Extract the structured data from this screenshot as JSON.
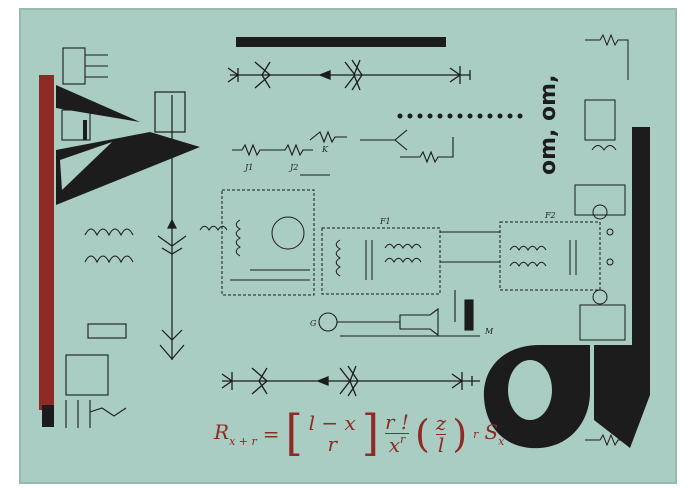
{
  "rug": {
    "background": "#a9ccc3",
    "ink": "#1c1c1c",
    "accent_red": "#8f2a24",
    "fringe": "#ffffff"
  },
  "om_text": "om, om,",
  "circuit_labels": {
    "j1": "J1",
    "j2": "J2",
    "k": "K",
    "f1": "F1",
    "f2": "F2",
    "g": "G",
    "m": "M"
  },
  "formula": {
    "r": "R",
    "r_sub": "x + r",
    "equals": "=",
    "top_row": "l − x",
    "bottom_row": "r",
    "num": "r !",
    "den": "x",
    "den_sup": "r",
    "z": "z",
    "l": "l",
    "outer_sup": "r",
    "s": "S",
    "s_sub": "x"
  },
  "icons": [
    "antenna-icon",
    "coil-icon",
    "transformer-icon",
    "vacuum-tube-icon",
    "capacitor-icon",
    "resistor-icon",
    "generator-icon",
    "microphone-icon",
    "arrow-icon",
    "number-nine-glyph",
    "letter-a-glyph"
  ]
}
